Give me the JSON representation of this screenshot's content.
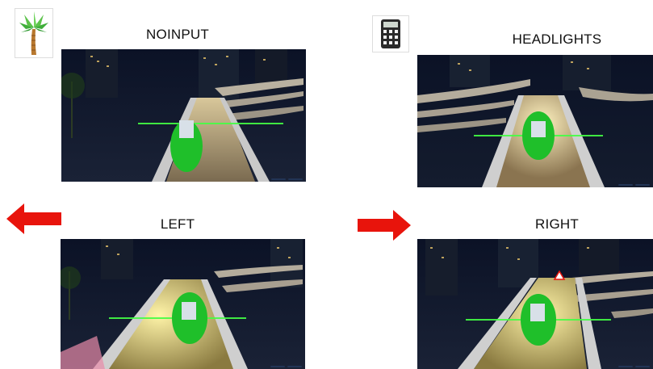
{
  "panels": [
    {
      "id": "noinput",
      "title": "NOINPUT"
    },
    {
      "id": "headlights",
      "title": "HEADLIGHTS"
    },
    {
      "id": "left",
      "title": "LEFT"
    },
    {
      "id": "right",
      "title": "RIGHT"
    }
  ],
  "icons": {
    "noinput": "palm-tree-icon",
    "headlights": "calculator-icon",
    "left": "red-left-arrow-icon",
    "right": "red-right-arrow-icon"
  },
  "colors": {
    "arrow_red": "#e8140c",
    "vehicle_green": "#1fbf2a",
    "night_sky": "#0b1226"
  }
}
